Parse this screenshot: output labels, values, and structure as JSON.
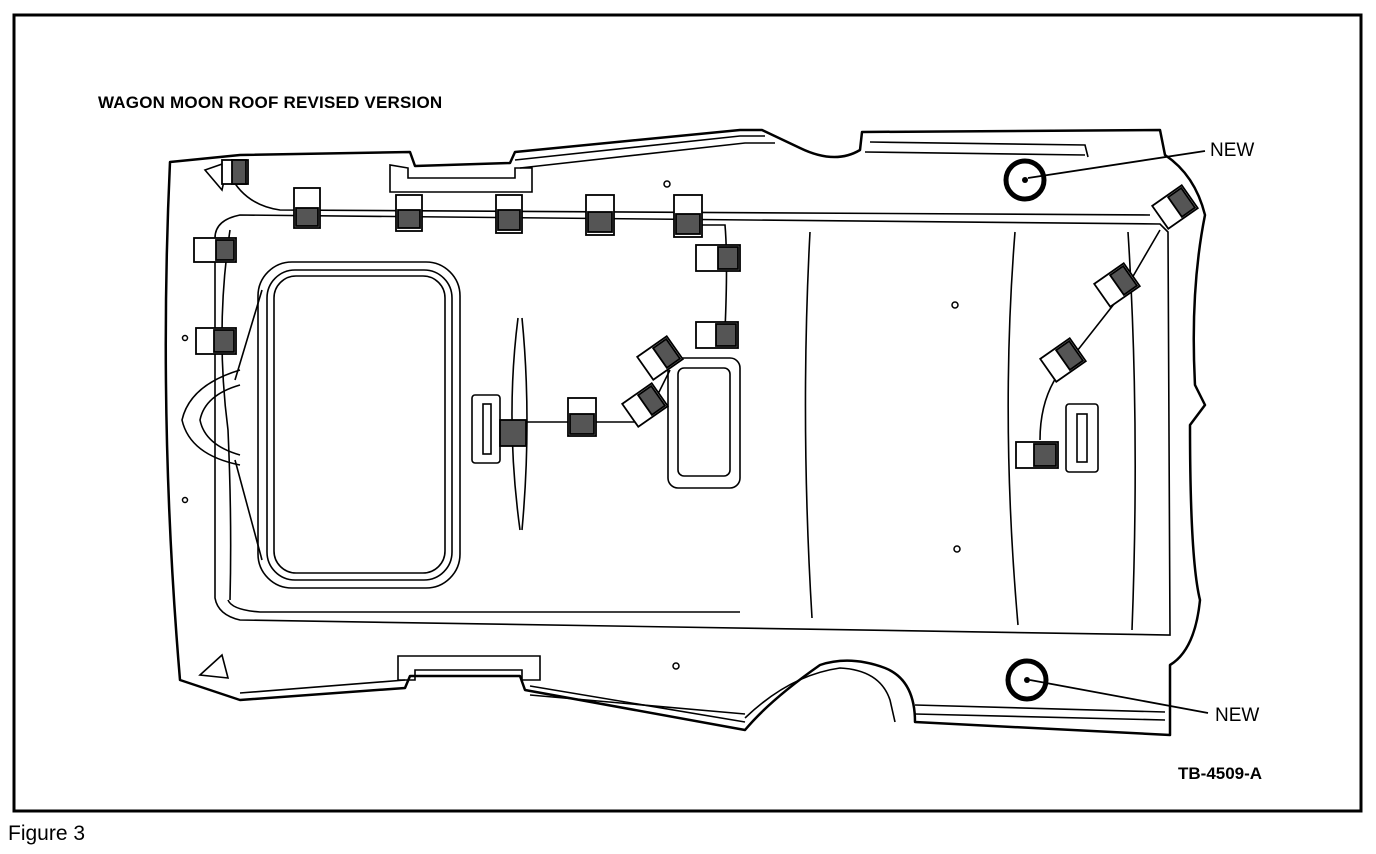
{
  "diagram": {
    "title": "WAGON MOON ROOF REVISED VERSION",
    "callouts": [
      "NEW",
      "NEW"
    ],
    "reference_code": "TB-4509-A",
    "caption": "Figure 3"
  }
}
